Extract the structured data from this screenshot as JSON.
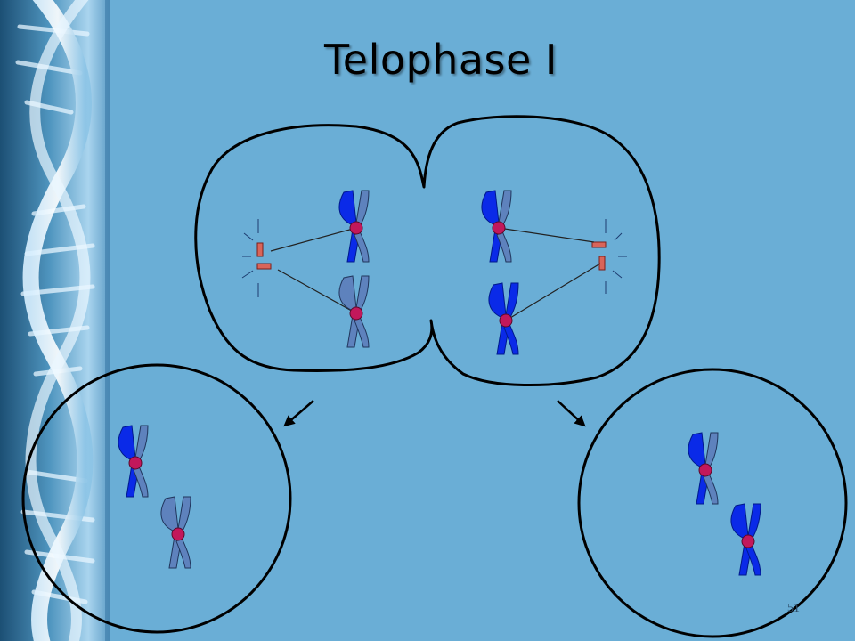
{
  "slide": {
    "title": "Telophase I",
    "page_number": "51"
  },
  "colors": {
    "background": "#6aaed6",
    "chromatid_dark": "#0a2ae8",
    "chromatid_light": "#5e82bd",
    "centromere": "#c2185b",
    "centriole": "#d9655a",
    "outline": "#000000"
  },
  "icons": {
    "banner": "dna-helix-banner",
    "arrow_left": "arrow-down-left-icon",
    "arrow_right": "arrow-down-right-icon"
  }
}
